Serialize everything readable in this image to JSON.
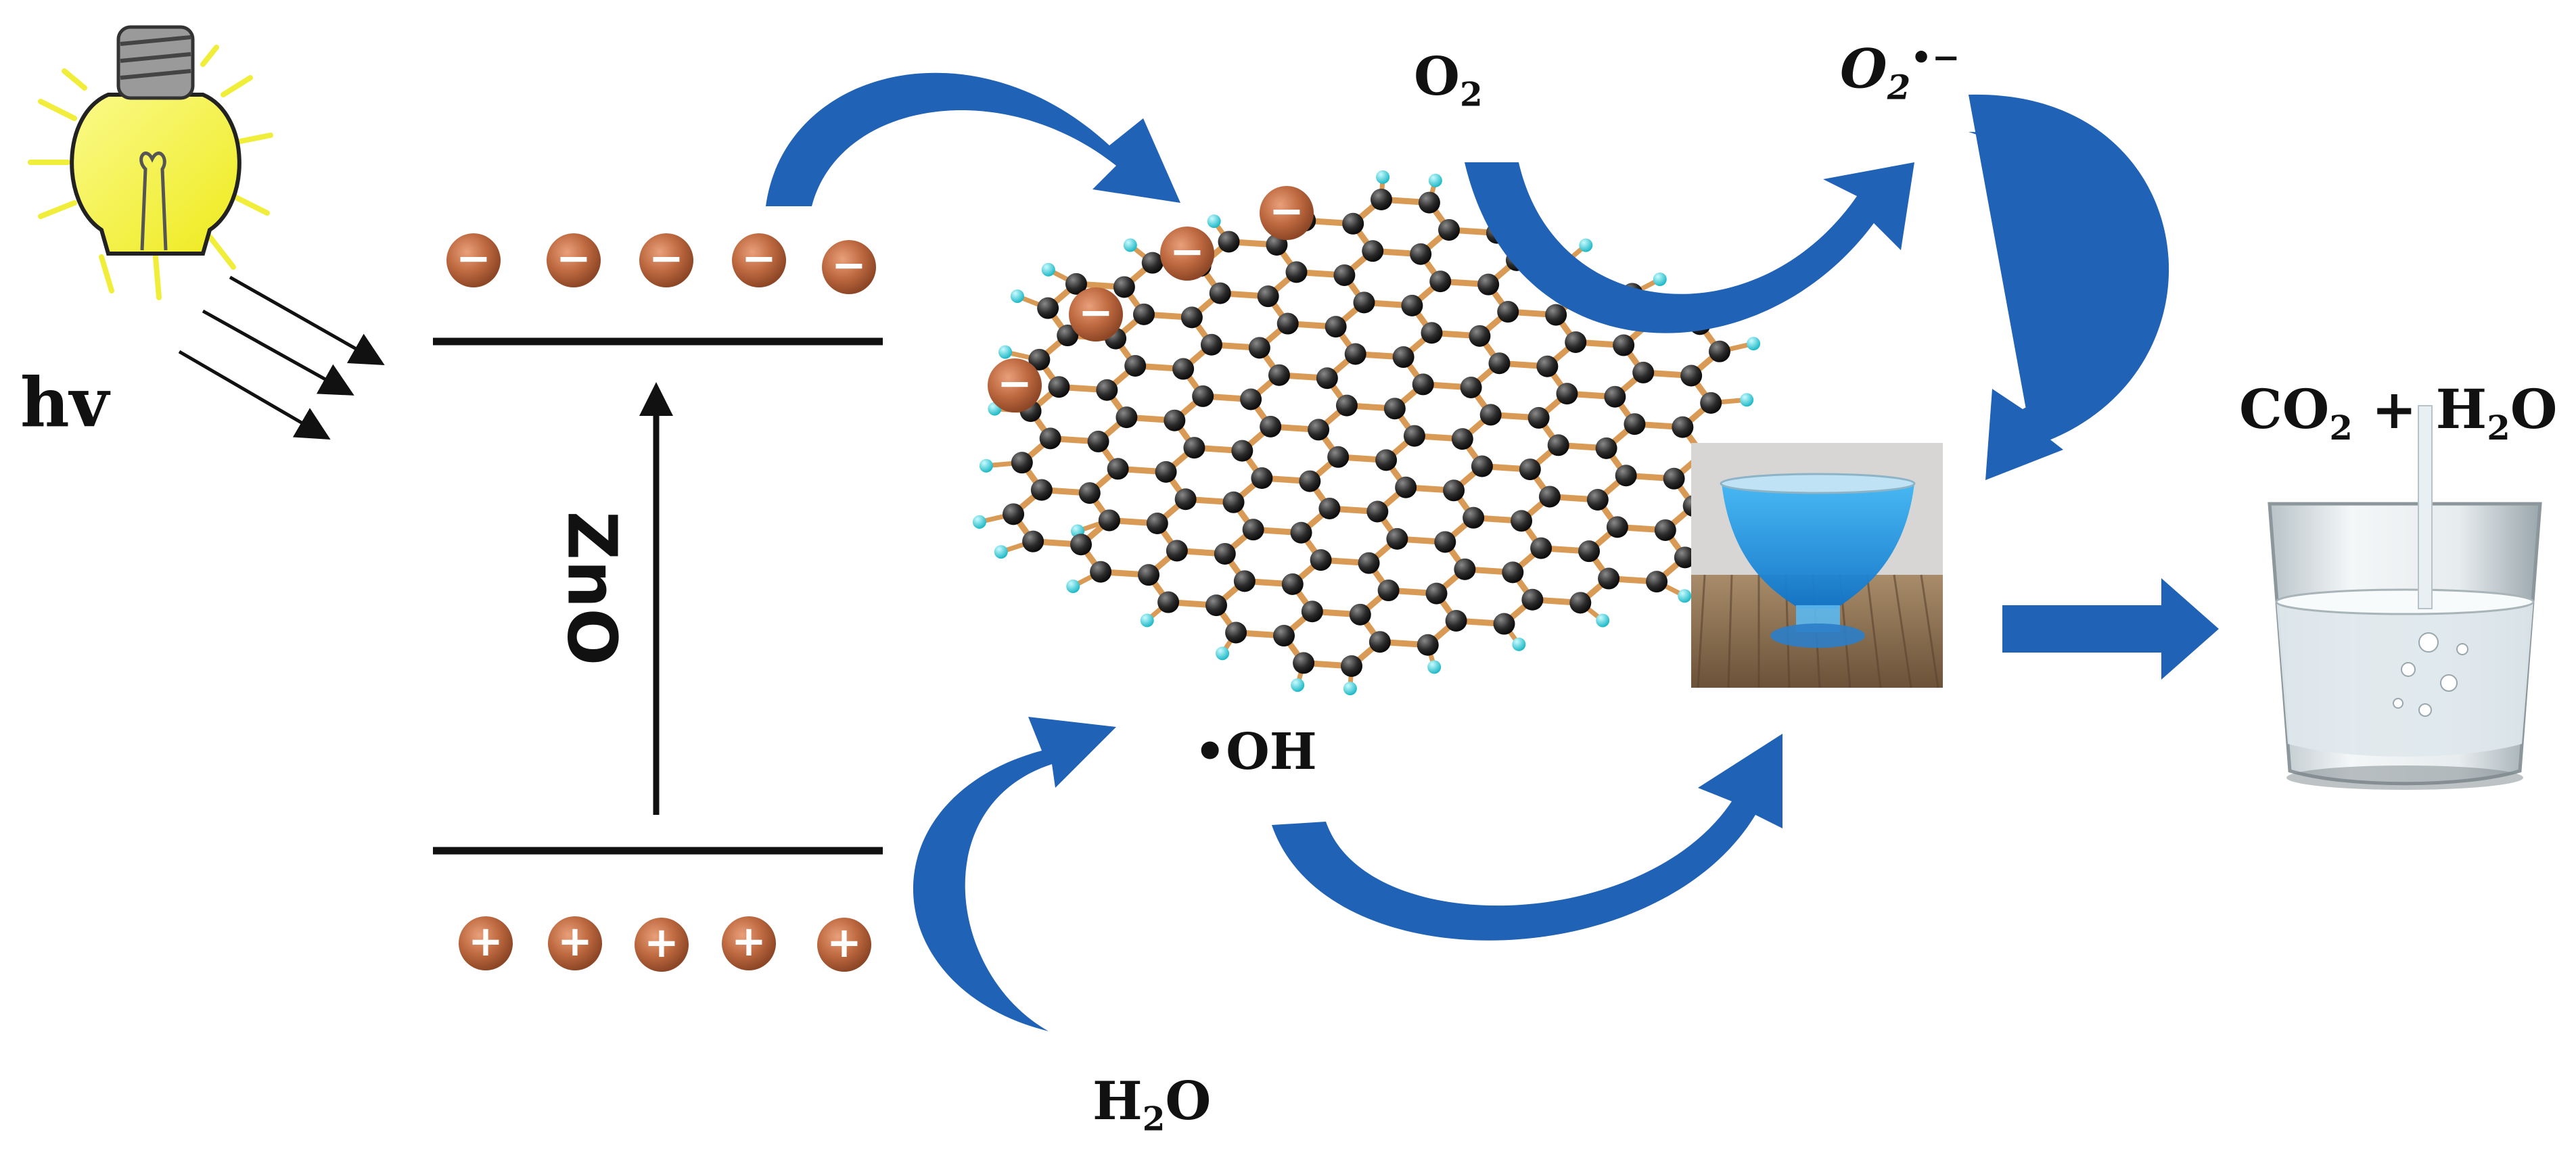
{
  "labels": {
    "light": "hv",
    "semiconductor": "ZnO",
    "oxygen_base": "O",
    "oxygen_sub": "2",
    "superoxide_base": "O",
    "superoxide_sub": "2",
    "superoxide_sup": "•−",
    "hydroxyl_radical": "•OH",
    "water_prefix": "H",
    "water_sub": "2",
    "water_suffix": "O",
    "products_co": "CO",
    "products_sub1": "2",
    "products_mid": " + H",
    "products_sub2": "2",
    "products_suffix": "O"
  },
  "charges": {
    "electron_symbol": "−",
    "hole_symbol": "+",
    "band_electrons": 5,
    "free_electrons": 4,
    "holes": 5
  },
  "colors": {
    "arrow_blue": "#1f62b6",
    "charge_ball": "#b9663f",
    "carbon_atom": "#2b2b2b",
    "hydrogen_atom": "#35d0da",
    "bond": "#d99a55",
    "bulb_yellow": "#f4f23a",
    "dye_blue": "#1e9be3"
  },
  "icons": {
    "light_source": "light-bulb-icon",
    "graphene": "graphene-sheet-icon",
    "dye_glass": "dye-solution-glass-icon",
    "clean_glass": "clean-water-glass-icon"
  }
}
